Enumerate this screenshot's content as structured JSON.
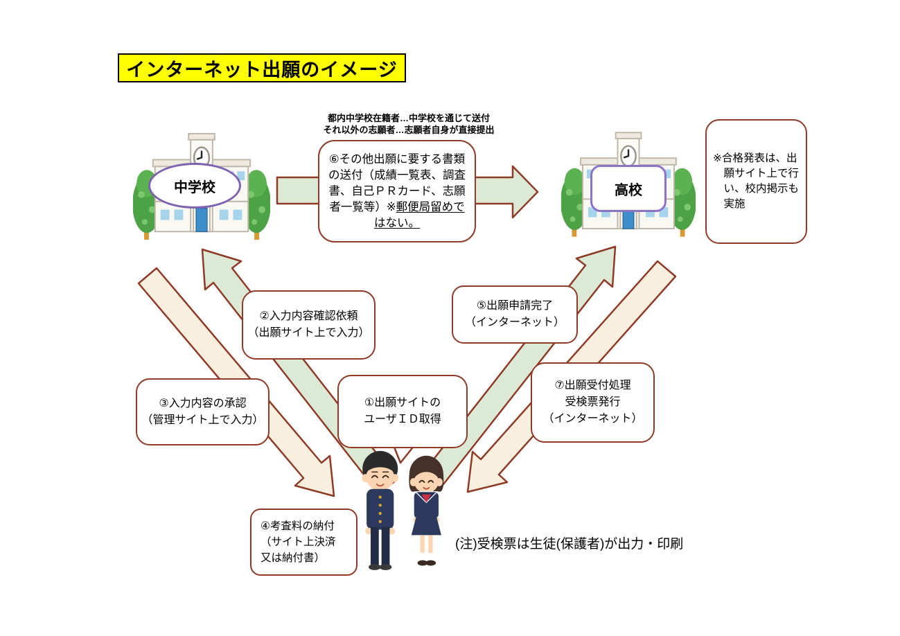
{
  "title": "インターネット出願のイメージ",
  "top_note": {
    "line1": "都内中学校在籍者…中学校を通じて送付",
    "line2": "それ以外の志願者…志願者自身が直接提出"
  },
  "schools": {
    "junior_high": {
      "label": "中学校"
    },
    "high_school": {
      "label": "高校"
    }
  },
  "steps": {
    "step1": {
      "line1": "①出願サイトの",
      "line2": "ユーザＩＤ取得"
    },
    "step2": {
      "line1": "②入力内容確認依頼",
      "line2": "（出願サイト上で入力）"
    },
    "step3": {
      "line1": "③入力内容の承認",
      "line2": "（管理サイト上で入力）"
    },
    "step4": {
      "line1": "④考査料の納付",
      "line2": "（サイト上決済",
      "line3": "又は納付書）"
    },
    "step5": {
      "line1": "⑤出願申請完了",
      "line2": "（インターネット）"
    },
    "step6": {
      "text_before": "⑥その他出願に要する書類の送付（成績一覧表、調査書、自己ＰＲカード、志願者一覧等）※",
      "text_underlined": "郵便局留めではない。"
    },
    "step7": {
      "line1": "⑦出願受付処理",
      "line2": "受検票発行",
      "line3": "（インターネット）"
    }
  },
  "notes": {
    "result_announcement": "※合格発表は、出願サイト上で行い、校内掲示も実施",
    "footer": "(注)受検票は生徒(保護者)が出力・印刷"
  },
  "colors": {
    "box_border": "#8e3a26",
    "arrow_green": "#dcead5",
    "arrow_beige": "#f8efdf",
    "title_bg": "#ffff00",
    "label_purple": "#7e63b0",
    "label_purple_light": "#8d72c9"
  }
}
